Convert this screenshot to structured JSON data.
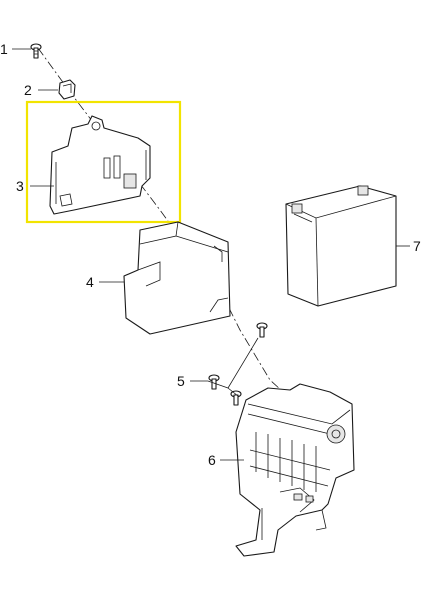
{
  "callouts": [
    {
      "number": "1"
    },
    {
      "number": "2"
    },
    {
      "number": "3"
    },
    {
      "number": "4"
    },
    {
      "number": "5"
    },
    {
      "number": "6"
    },
    {
      "number": "7"
    }
  ],
  "highlight": {
    "color": "#f2e400",
    "target_part": "3"
  },
  "colors": {
    "line": "#1a1a1a",
    "background": "#ffffff"
  }
}
